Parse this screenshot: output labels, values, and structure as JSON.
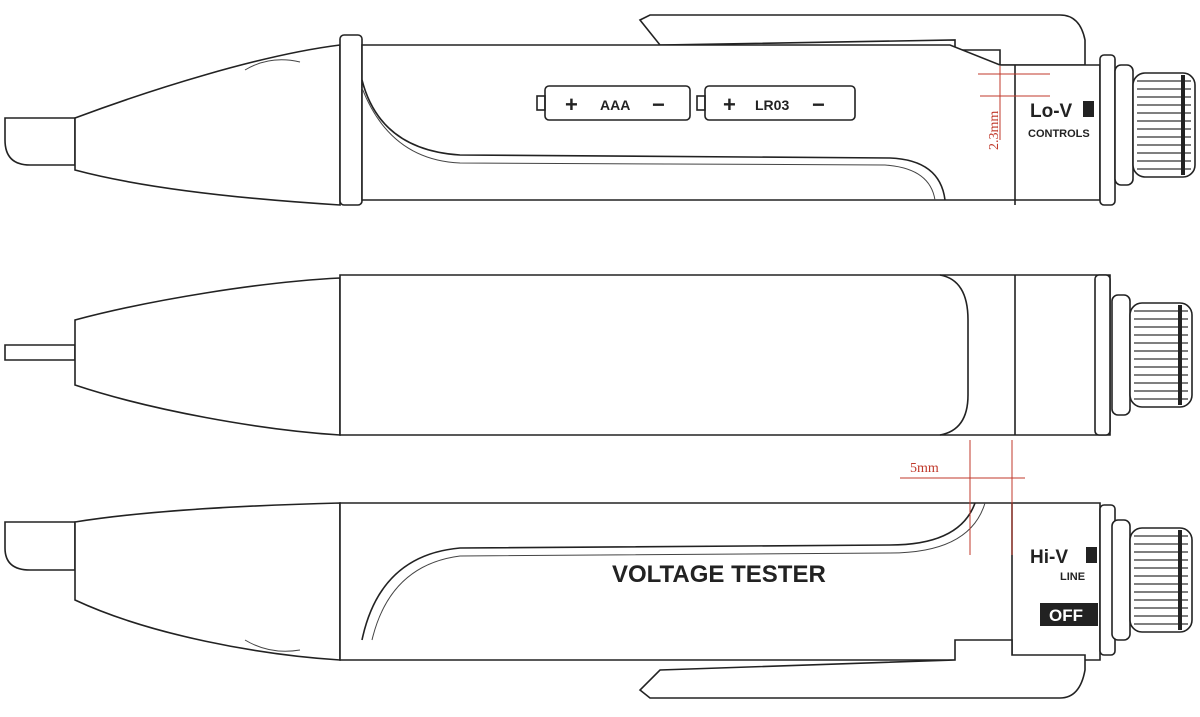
{
  "battery_labels": {
    "type": "AAA",
    "iec": "LR03",
    "plus": "+",
    "minus": "−"
  },
  "top_view": {
    "mode_label": "Lo-V",
    "mode_sub": "CONTROLS",
    "dimension": "2.3mm"
  },
  "bottom_view": {
    "product_name": "VOLTAGE TESTER",
    "mode_label": "Hi-V",
    "mode_sub": "LINE",
    "off_label": "OFF",
    "dimension": "5mm"
  },
  "colors": {
    "line": "#222222",
    "dimension": "#c0392b"
  }
}
